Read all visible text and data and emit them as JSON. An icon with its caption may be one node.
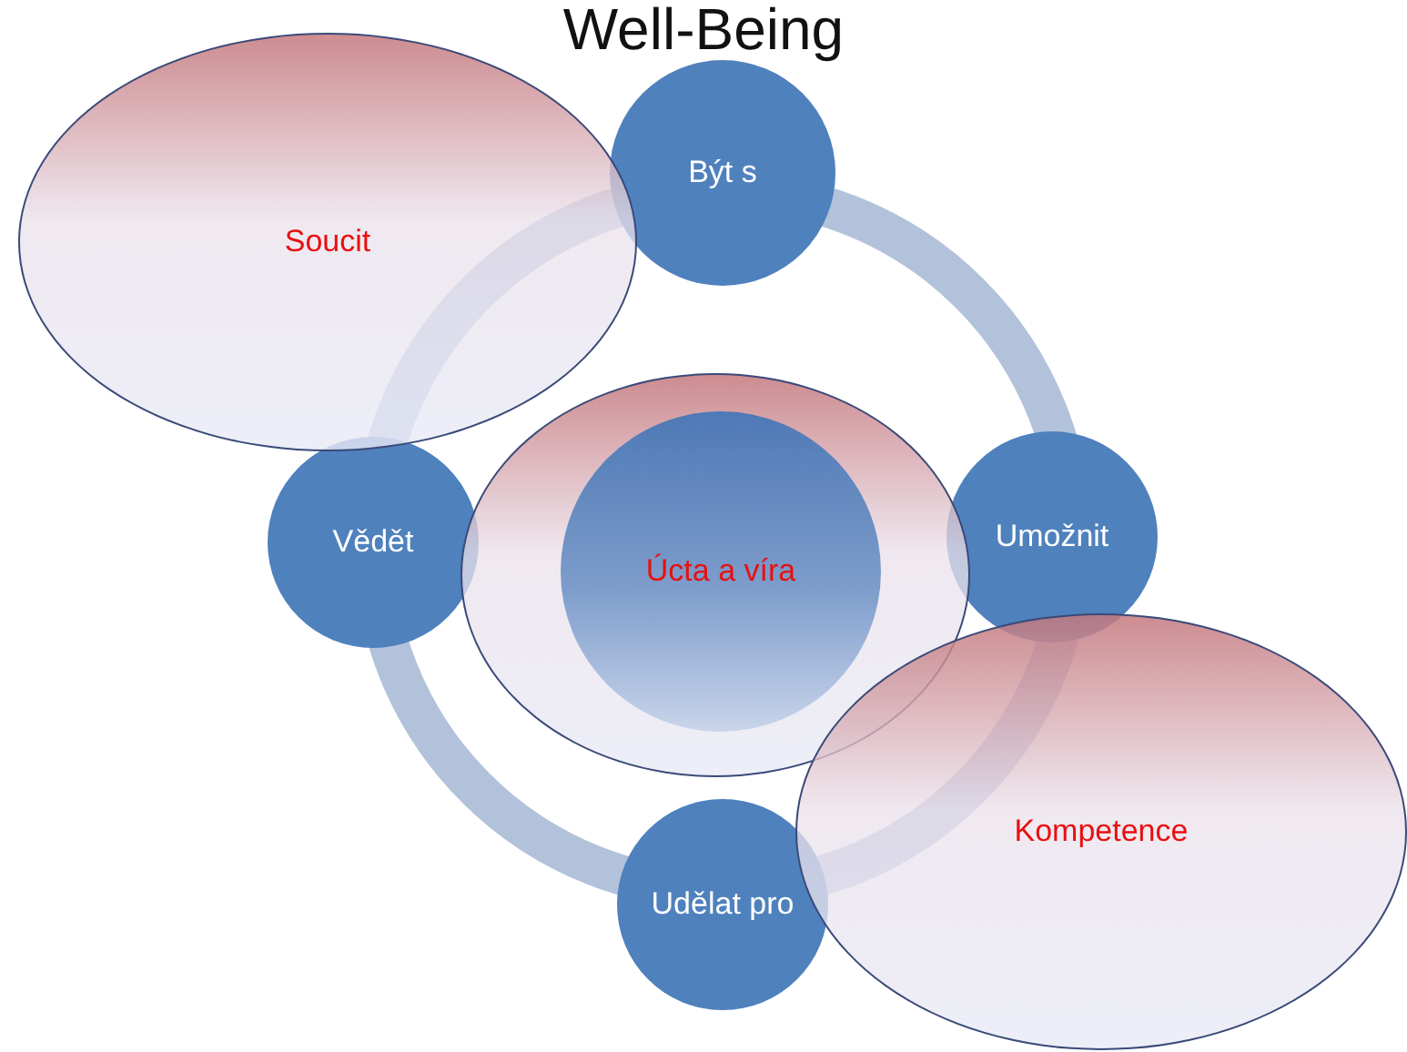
{
  "diagram": {
    "title": "Well-Being",
    "nodes": [
      {
        "text": [
          "Soucit"
        ]
      },
      {
        "text": [
          "Být s"
        ]
      },
      {
        "text": [],
        "shape": "circle"
      },
      {
        "text": [
          "Úcta a víra"
        ],
        "in": 2
      },
      {
        "text": [
          "Vědět"
        ]
      },
      {
        "text": [
          "Umožnit"
        ]
      },
      {
        "text": [
          "Kompetence"
        ]
      },
      {
        "text": [
          "Udělat pro"
        ]
      }
    ],
    "edges": []
  }
}
